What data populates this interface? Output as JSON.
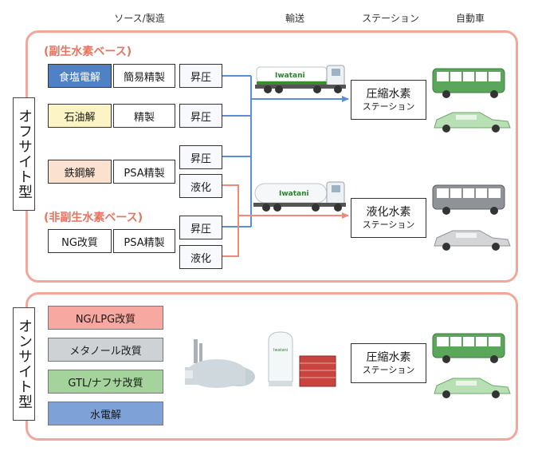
{
  "headers": {
    "source": "ソース/製造",
    "transport": "輸送",
    "station": "ステーション",
    "vehicle": "自動車"
  },
  "offsite": {
    "label": "オフサイト型",
    "byproduct_title": "(副生水素ベース)",
    "non_byproduct_title": "(非副生水素ベース)",
    "sources": [
      "食塩電解",
      "石油解",
      "鉄鋼解",
      "NG改質"
    ],
    "refining": [
      "簡易精製",
      "精製",
      "PSA精製",
      "PSA精製"
    ],
    "processes": [
      "昇圧",
      "昇圧",
      "昇圧",
      "液化",
      "昇圧",
      "液化"
    ],
    "trucks": [
      "Iwatani",
      "Iwatani"
    ],
    "stations": [
      {
        "line1": "圧縮水素",
        "line2": "ステーション"
      },
      {
        "line1": "液化水素",
        "line2": "ステーション"
      }
    ]
  },
  "onsite": {
    "label": "オンサイト型",
    "processes": [
      "NG/LPG改質",
      "メタノール改質",
      "GTL/ナフサ改質",
      "水電解"
    ],
    "tank_label": "Iwatani",
    "station": {
      "line1": "圧縮水素",
      "line2": "ステーション"
    }
  },
  "colors": {
    "blue_line": "#5b8fd9",
    "orange_line": "#ef8a78",
    "panel_border": "#f3a79a"
  }
}
